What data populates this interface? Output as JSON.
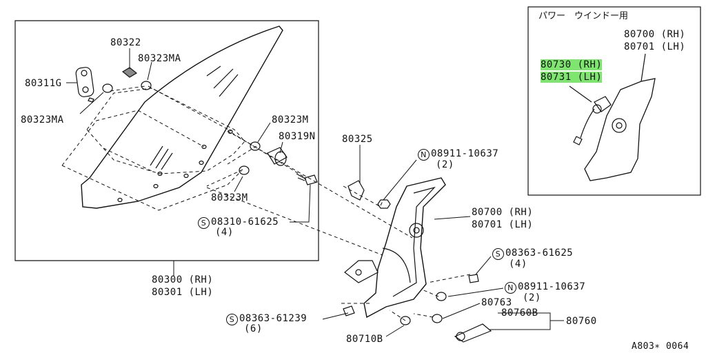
{
  "inset": {
    "title": "パワー　ウインドー用",
    "regulator_rh": "80700 (RH)",
    "regulator_lh": "80701 (LH)",
    "motor_rh_code": "80730",
    "motor_rh_side": " (RH)",
    "motor_lh_code": "80731",
    "motor_lh_side": " (LH)"
  },
  "labels": {
    "p80322": "80322",
    "p80323MA_top": "80323MA",
    "p80311G": "80311G",
    "p80323MA_left": "80323MA",
    "p80323M_top": "80323M",
    "p80319N": "80319N",
    "p80323M_bottom": "80323M",
    "p80325": "80325",
    "nut_top_code": "08911-10637",
    "nut_top_qty": "(2)",
    "bolt_glass_code": "08310-61625",
    "bolt_glass_qty": "(4)",
    "glass_rh": "80300 (RH)",
    "glass_lh": "80301 (LH)",
    "reg_rh": "80700 (RH)",
    "reg_lh": "80701 (LH)",
    "bolt_right_code": "08363-61625",
    "bolt_right_qty": "(4)",
    "nut_right_code": "08911-10637",
    "nut_right_qty": "(2)",
    "p80763": "80763",
    "p80760B": "80760B",
    "p80760": "80760",
    "bolt_left_code": "08363-61239",
    "bolt_left_qty": "(6)",
    "p80710B": "80710B",
    "diagram_code": "A803∗ 0064"
  },
  "symbols": {
    "nut": "N",
    "screw": "S"
  }
}
